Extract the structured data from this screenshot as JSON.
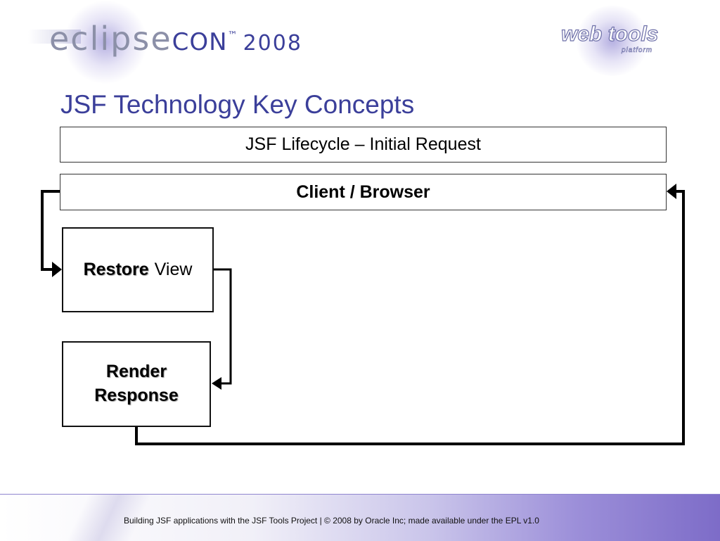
{
  "header": {
    "eclipsecon_logo": {
      "part1": "eclipse",
      "part2": "CON",
      "tm": "™",
      "year": "2008"
    },
    "webtools_logo": {
      "text": "web tools",
      "sub": "platform"
    }
  },
  "slide": {
    "title": "JSF Technology Key Concepts",
    "subtitle": "JSF Lifecycle – Initial Request"
  },
  "diagram": {
    "client": "Client / Browser",
    "restore": {
      "emph": "Restore",
      "rest": "View"
    },
    "render": {
      "line1": "Render",
      "line2": "Response"
    },
    "line_color": "#000000"
  },
  "footer": {
    "text": "Building JSF applications with the JSF Tools Project | © 2008 by Oracle Inc; made available under the EPL v1.0"
  }
}
